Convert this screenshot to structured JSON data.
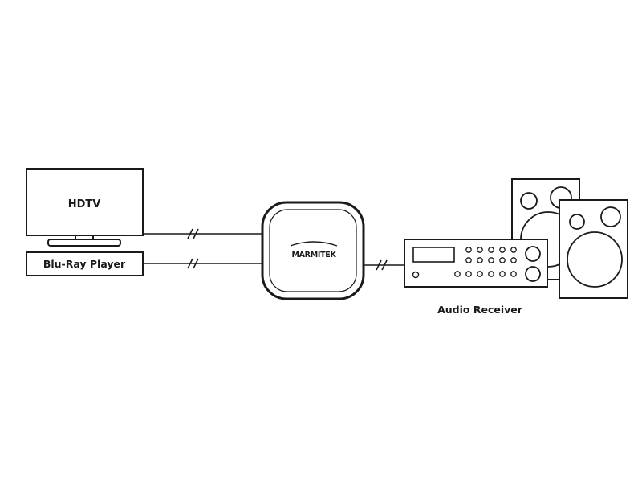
{
  "devices": {
    "tv": {
      "label": "HDTV"
    },
    "player": {
      "label": "Blu-Ray Player"
    },
    "hub": {
      "brand": "MARMITEK"
    },
    "receiver": {
      "label": "Audio Receiver"
    }
  },
  "colors": {
    "stroke": "#1a1a1a",
    "background": "#ffffff"
  }
}
